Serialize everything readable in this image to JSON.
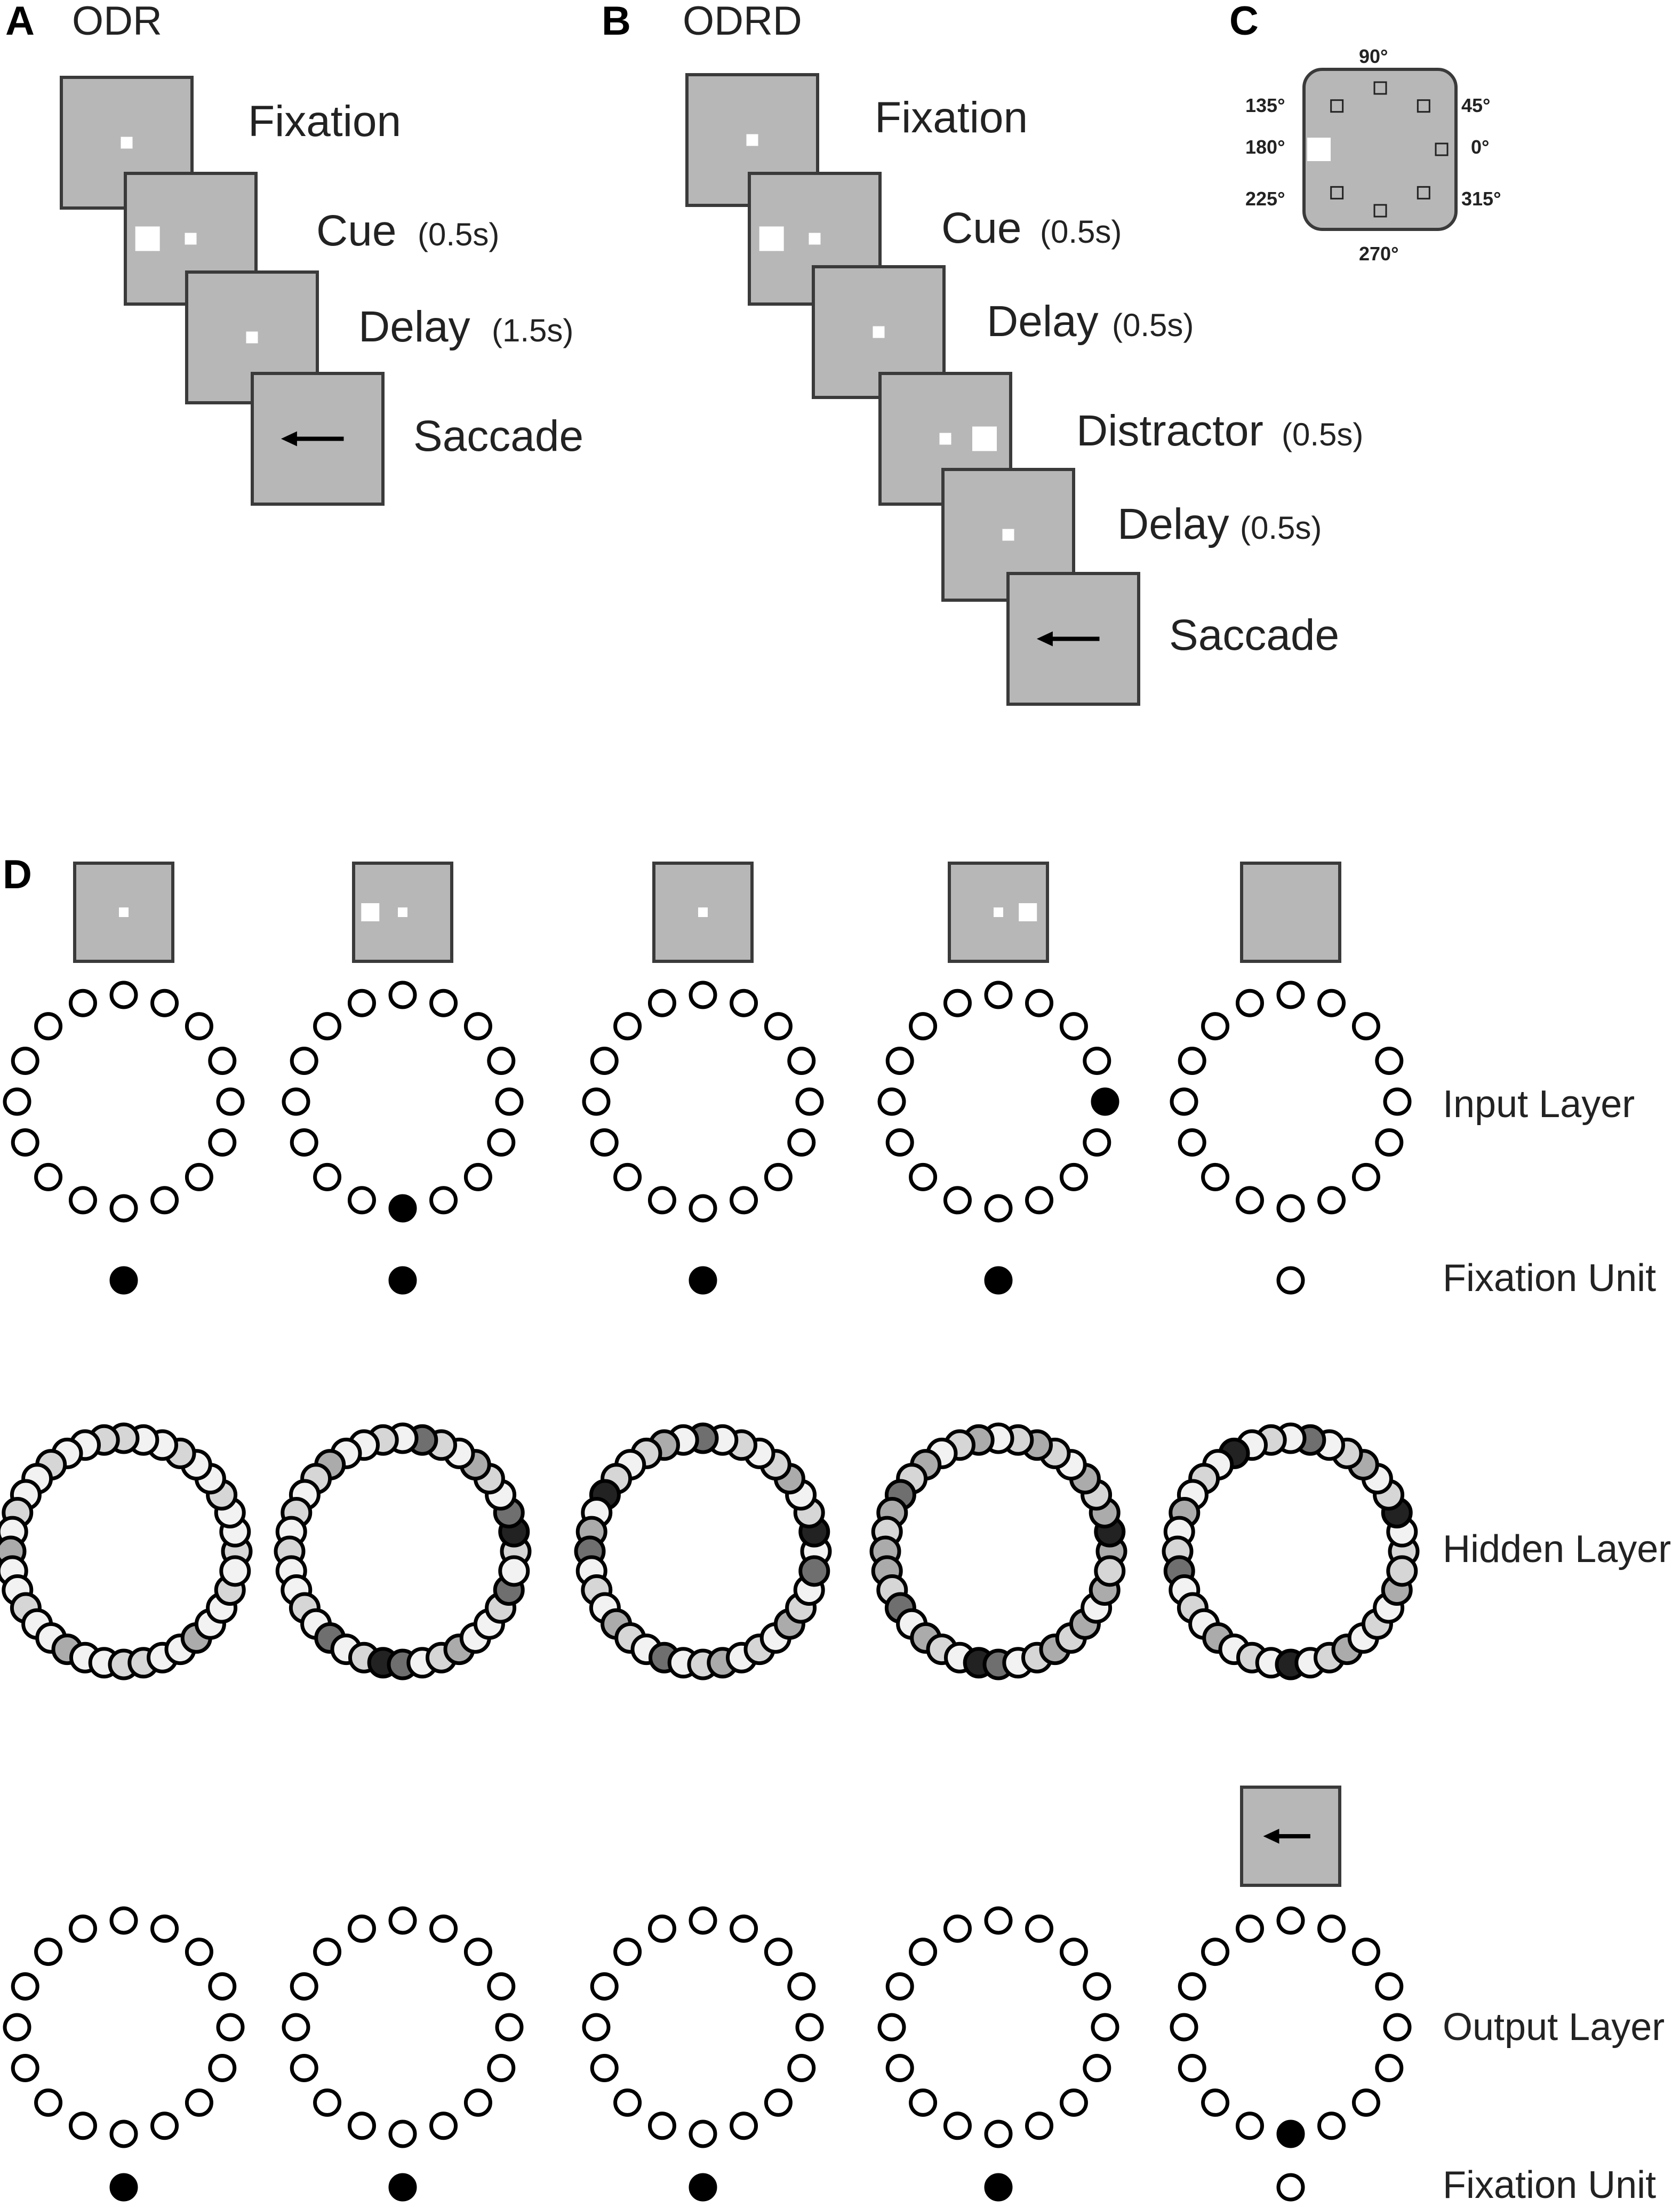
{
  "colors": {
    "screen_fill": "#b7b7b7",
    "screen_stroke": "#3a3a3a",
    "stimulus": "#ffffff",
    "unit_off": "#ffffff",
    "unit_on": "#000000",
    "hidden_levels": [
      "#f2f2f2",
      "#d6d6d6",
      "#ababab",
      "#6f6f6f",
      "#222222"
    ]
  },
  "panel_a": {
    "letter": "A",
    "title": "ODR",
    "steps": [
      {
        "label": "Fixation",
        "duration": "",
        "cue": null,
        "arrow": false
      },
      {
        "label": "Cue",
        "duration": "(0.5s)",
        "cue": "left",
        "arrow": false
      },
      {
        "label": "Delay",
        "duration": "(1.5s)",
        "cue": null,
        "arrow": false
      },
      {
        "label": "Saccade",
        "duration": "",
        "cue": null,
        "arrow": true
      }
    ]
  },
  "panel_b": {
    "letter": "B",
    "title": "ODRD",
    "steps": [
      {
        "label": "Fixation",
        "duration": "",
        "cue": null,
        "arrow": false
      },
      {
        "label": "Cue",
        "duration": "(0.5s)",
        "cue": "left",
        "arrow": false
      },
      {
        "label": "Delay",
        "duration": "(0.5s)",
        "cue": null,
        "arrow": false
      },
      {
        "label": "Distractor",
        "duration": "(0.5s)",
        "cue": "right",
        "arrow": false
      },
      {
        "label": "Delay",
        "duration": "(0.5s)",
        "cue": null,
        "arrow": false
      },
      {
        "label": "Saccade",
        "duration": "",
        "cue": null,
        "arrow": true
      }
    ]
  },
  "panel_c": {
    "letter": "C",
    "angles": [
      "0°",
      "45°",
      "90°",
      "135°",
      "180°",
      "225°",
      "270°",
      "315°"
    ],
    "filled_angle": "180°"
  },
  "panel_d": {
    "letter": "D",
    "row_labels": {
      "input": "Input Layer",
      "fixation_input": "Fixation Unit",
      "hidden": "Hidden Layer",
      "output": "Output Layer",
      "fixation_output": "Fixation Unit"
    },
    "columns": [
      {
        "stimulus": "fixation",
        "input_active": null,
        "fixation_input": true,
        "hidden": [
          1,
          0,
          0,
          1,
          0,
          0,
          1,
          0,
          0,
          1,
          1,
          0,
          0,
          1,
          0,
          0,
          1,
          0,
          2,
          0,
          0,
          1,
          0,
          0,
          2,
          0,
          0,
          1,
          1,
          0,
          0,
          2,
          0,
          0,
          1,
          0
        ],
        "output_active": null,
        "output_arrow": false,
        "fixation_output": true
      },
      {
        "stimulus": "cue_left",
        "input_active": 12,
        "fixation_input": true,
        "hidden": [
          1,
          4,
          3,
          0,
          1,
          2,
          0,
          1,
          3,
          0,
          1,
          0,
          0,
          2,
          1,
          0,
          1,
          0,
          1,
          0,
          0,
          1,
          0,
          3,
          0,
          1,
          4,
          3,
          0,
          1,
          2,
          0,
          0,
          1,
          3,
          0
        ],
        "output_active": null,
        "output_arrow": false,
        "fixation_output": true
      },
      {
        "stimulus": "fixation",
        "input_active": null,
        "fixation_input": true,
        "hidden": [
          0,
          4,
          1,
          0,
          2,
          1,
          0,
          1,
          0,
          3,
          0,
          2,
          1,
          0,
          1,
          4,
          0,
          2,
          3,
          0,
          1,
          0,
          2,
          1,
          0,
          3,
          0,
          1,
          2,
          0,
          1,
          0,
          2,
          1,
          0,
          3
        ],
        "output_active": null,
        "output_arrow": false,
        "fixation_output": true
      },
      {
        "stimulus": "distractor_right",
        "input_active": 0,
        "fixation_input": true,
        "hidden": [
          2,
          4,
          2,
          1,
          2,
          0,
          1,
          2,
          1,
          0,
          2,
          1,
          0,
          2,
          1,
          3,
          2,
          1,
          2,
          2,
          1,
          3,
          0,
          2,
          1,
          0,
          4,
          3,
          0,
          1,
          2,
          1,
          2,
          0,
          2,
          1
        ],
        "output_active": null,
        "output_arrow": false,
        "fixation_output": true
      },
      {
        "stimulus": "blank",
        "input_active": null,
        "fixation_input": false,
        "hidden": [
          1,
          0,
          4,
          1,
          0,
          2,
          1,
          0,
          3,
          0,
          1,
          0,
          4,
          0,
          1,
          0,
          2,
          0,
          1,
          3,
          0,
          1,
          0,
          2,
          0,
          1,
          0,
          4,
          0,
          1,
          2,
          0,
          1,
          0,
          2,
          1
        ],
        "output_active": 12,
        "output_arrow": true,
        "fixation_output": false
      }
    ]
  }
}
